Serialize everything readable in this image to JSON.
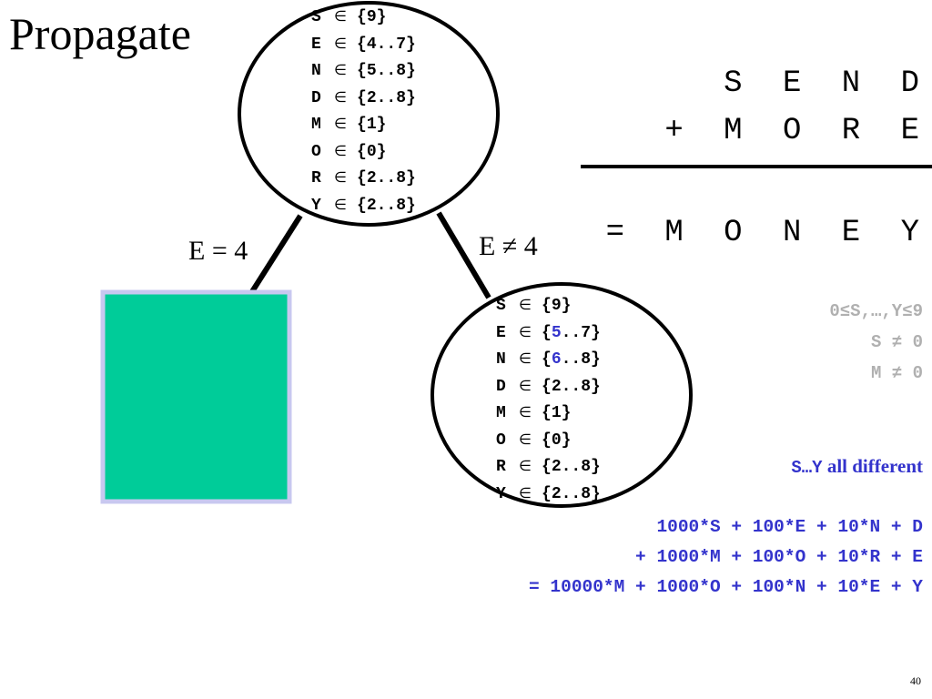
{
  "slide": {
    "title": "Propagate",
    "page_number": "40"
  },
  "tree": {
    "top_node": [
      {
        "var": "S",
        "rel": "∈",
        "pre": "{",
        "hl": "",
        "post": "9}"
      },
      {
        "var": "E",
        "rel": "∈",
        "pre": "{",
        "hl": "",
        "post": "4..7}"
      },
      {
        "var": "N",
        "rel": "∈",
        "pre": "{",
        "hl": "",
        "post": "5..8}"
      },
      {
        "var": "D",
        "rel": "∈",
        "pre": "{",
        "hl": "",
        "post": "2..8}"
      },
      {
        "var": "M",
        "rel": "∈",
        "pre": "{",
        "hl": "",
        "post": "1}"
      },
      {
        "var": "O",
        "rel": "∈",
        "pre": "{",
        "hl": "",
        "post": "0}"
      },
      {
        "var": "R",
        "rel": "∈",
        "pre": "{",
        "hl": "",
        "post": "2..8}"
      },
      {
        "var": "Y",
        "rel": "∈",
        "pre": "{",
        "hl": "",
        "post": "2..8}"
      }
    ],
    "bottom_node": [
      {
        "var": "S",
        "rel": "∈",
        "pre": "{",
        "hl": "",
        "post": "9}"
      },
      {
        "var": "E",
        "rel": "∈",
        "pre": "{",
        "hl": "5",
        "post": "..7}"
      },
      {
        "var": "N",
        "rel": "∈",
        "pre": "{",
        "hl": "6",
        "post": "..8}"
      },
      {
        "var": "D",
        "rel": "∈",
        "pre": "{",
        "hl": "",
        "post": "2..8}"
      },
      {
        "var": "M",
        "rel": "∈",
        "pre": "{",
        "hl": "",
        "post": "1}"
      },
      {
        "var": "O",
        "rel": "∈",
        "pre": "{",
        "hl": "",
        "post": "0}"
      },
      {
        "var": "R",
        "rel": "∈",
        "pre": "{",
        "hl": "",
        "post": "2..8}"
      },
      {
        "var": "Y",
        "rel": "∈",
        "pre": "{",
        "hl": "",
        "post": "2..8}"
      }
    ],
    "left_branch_label": "E = 4",
    "right_branch_label": "E ≠ 4",
    "failed_node_color": "#00cc99",
    "failed_node_border": "#c8c8f0"
  },
  "puzzle": {
    "line1": "S E N D",
    "line2": "+ M O R E",
    "line3": "= M O N E Y"
  },
  "constraints": {
    "range": "0≤S,…,Y≤9",
    "s_nonzero": "S ≠ 0",
    "m_nonzero": "M ≠ 0",
    "alldiff_vars": "S…Y",
    "alldiff_text": " all different",
    "eq1": "1000*S + 100*E + 10*N + D",
    "eq2": "+ 1000*M + 100*O + 10*R + E",
    "eq3": "= 10000*M + 1000*O + 100*N + 10*E + Y"
  },
  "colors": {
    "blue_text": "#3333cc",
    "gray_text": "#b0b0b0"
  }
}
